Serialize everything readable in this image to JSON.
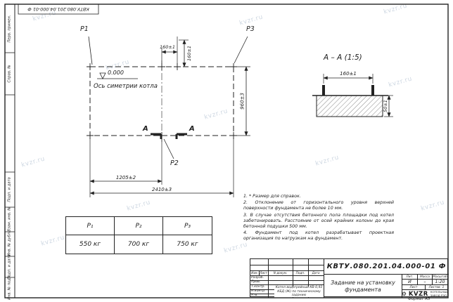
{
  "watermark": "kvzr.ru",
  "doc": {
    "number_flipped": "КВТУ.080.201.04.000-01 Ф",
    "format_label": "Формат А3"
  },
  "frame": {
    "stamps": [
      "Перв. примен.",
      "Справ. №",
      "Подп. и дата",
      "Взам. инв. №",
      "Инв. № дубл.",
      "Подп. и дата",
      "Инв. № подл."
    ]
  },
  "plan": {
    "p1": "P1",
    "p2": "P2",
    "p3": "P3",
    "elevation": "0.000",
    "axis_label": "Ось симетрии котла",
    "section_letter_left": "А",
    "section_letter_right": "А",
    "dims": {
      "d160h": "160±1",
      "d160v": "160±1",
      "d960": "960±3",
      "d1205": "1205±2",
      "d2410": "2410±3"
    }
  },
  "section_view": {
    "title": "А – А (1:5)",
    "dim_width": "160±1",
    "dim_height": "50±1"
  },
  "loads": {
    "headers": [
      "P₁",
      "P₂",
      "P₃"
    ],
    "values": [
      "550 кг",
      "700 кг",
      "750 кг"
    ]
  },
  "notes": [
    "1. * Размер для справок.",
    "2. Отклонение от горизонтального уровня верхней поверхности фундамента не более 10 мм.",
    "3. В случае отсутствия бетонного пола площадки под котел забетонировать. Расстояние от осей крайних колонн до края бетонной подушки 500 мм.",
    "4. Фундамент под котел разрабатывает проектная организация по нагрузкам на фундамент."
  ],
  "titleblock": {
    "doc_number": "КВТУ.080.201.04.000-01 Ф",
    "title": "Задание на установку фундамента",
    "product": "Котел водогрейный КВ-0,93 КБД (Ж) по техническому заданию",
    "cols": [
      "Изм.",
      "Лист",
      "N докум.",
      "Подп.",
      "Дата"
    ],
    "roles": [
      "Разраб.",
      "Пров.",
      "Т.контр.",
      "Н.контр.",
      "Утв."
    ],
    "lit_label": "Лит.",
    "lit_value": "И",
    "mass_label": "Масса",
    "mass_value": "–",
    "scale_label": "Масштаб",
    "scale_value": "1:20",
    "sheet_label": "Лист",
    "sheets_label": "Листов",
    "sheets_value": "1",
    "brand": "KVZR",
    "brand_caption": "КОТЕЛЬНЫЙ ЗАВОД РЭП"
  }
}
